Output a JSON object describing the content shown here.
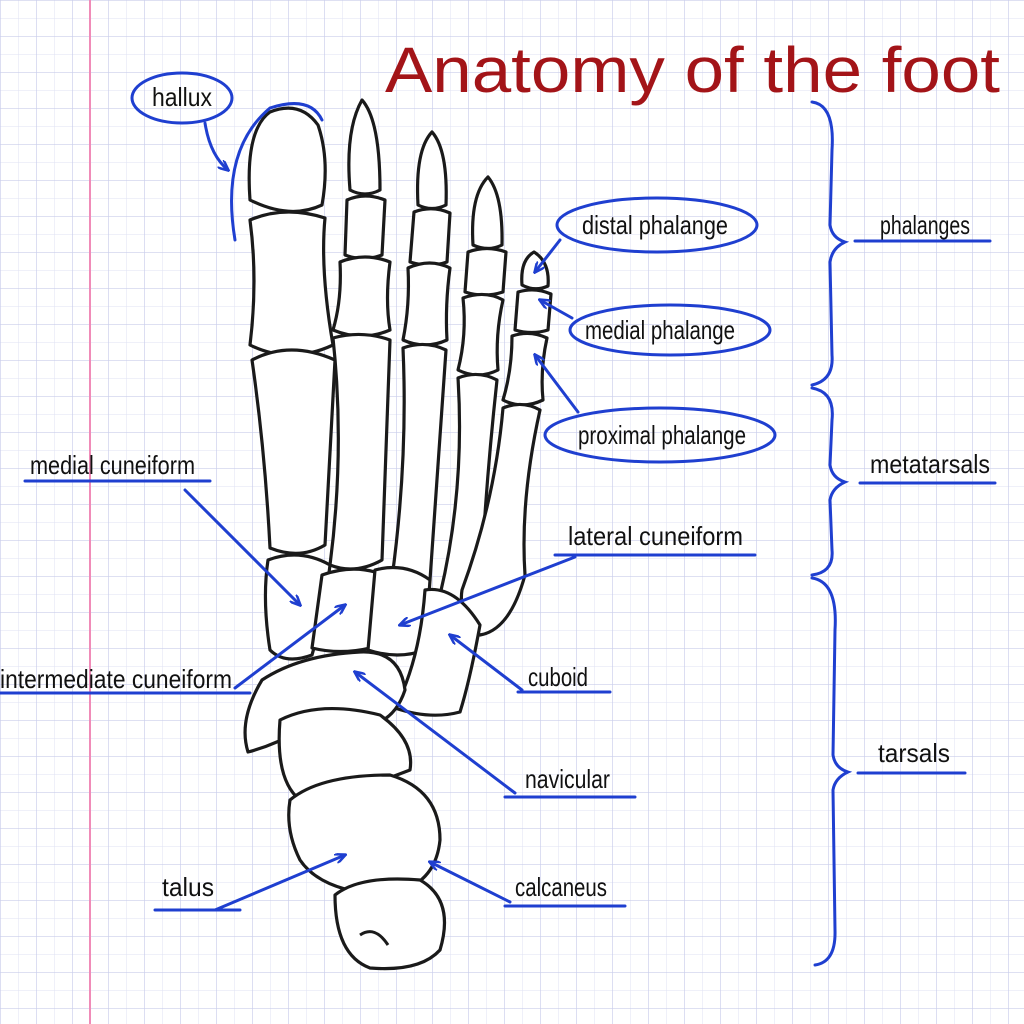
{
  "title": "Anatomy of the foot",
  "colors": {
    "title": "#a31418",
    "annotation": "#1f3fd0",
    "grid": "#c9cdeb",
    "margin_line": "#f08bb8",
    "bone_outline": "#1a1a1a"
  },
  "labels": {
    "hallux": "hallux",
    "distal_phalange": "distal phalange",
    "medial_phalange": "medial phalange",
    "proximal_phalange": "proximal phalange",
    "medial_cuneiform": "medial cuneiform",
    "lateral_cuneiform": "lateral cuneiform",
    "intermediate_cuneiform": "intermediate cuneiform",
    "cuboid": "cuboid",
    "navicular": "navicular",
    "talus": "talus",
    "calcaneus": "calcaneus"
  },
  "groups": {
    "phalanges": "phalanges",
    "metatarsals": "metatarsals",
    "tarsals": "tarsals"
  }
}
